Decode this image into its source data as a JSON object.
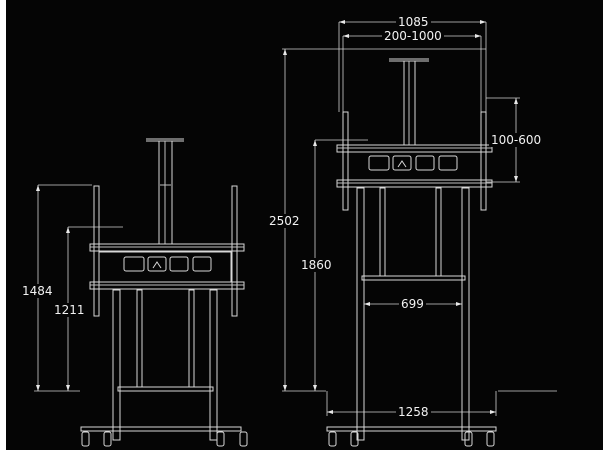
{
  "figure": {
    "title": "Mobile display stand dimension drawing",
    "background": "#050505",
    "line_color": "#d8d8d8",
    "unit": "mm"
  },
  "views": [
    {
      "name": "lowered",
      "dimensions": {
        "overall_height": "1484",
        "screen_center_height": "1211"
      }
    },
    {
      "name": "raised",
      "dimensions": {
        "top_width": "1085",
        "vesa_horizontal": "200-1000",
        "vesa_vertical": "100-600",
        "overall_height": "2502",
        "screen_center_height": "1860",
        "inner_column_width": "699",
        "base_width": "1258"
      }
    }
  ]
}
